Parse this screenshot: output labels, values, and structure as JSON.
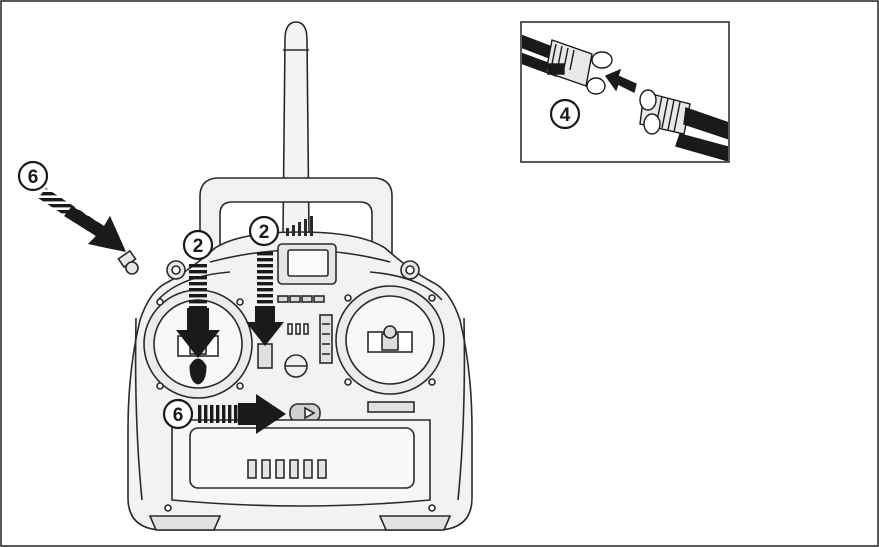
{
  "callouts": {
    "antenna_connector": "4",
    "trim_left": "2",
    "trim_right": "2",
    "neck_strap": "6",
    "power_switch": "6"
  },
  "colors": {
    "line": "#2a2a2a",
    "body_fill": "#f2f2f2",
    "dark": "#1a1a1a",
    "background": "#ffffff"
  },
  "icons": {
    "arrow": "arrow-icon",
    "callout": "numbered-circle-icon"
  }
}
